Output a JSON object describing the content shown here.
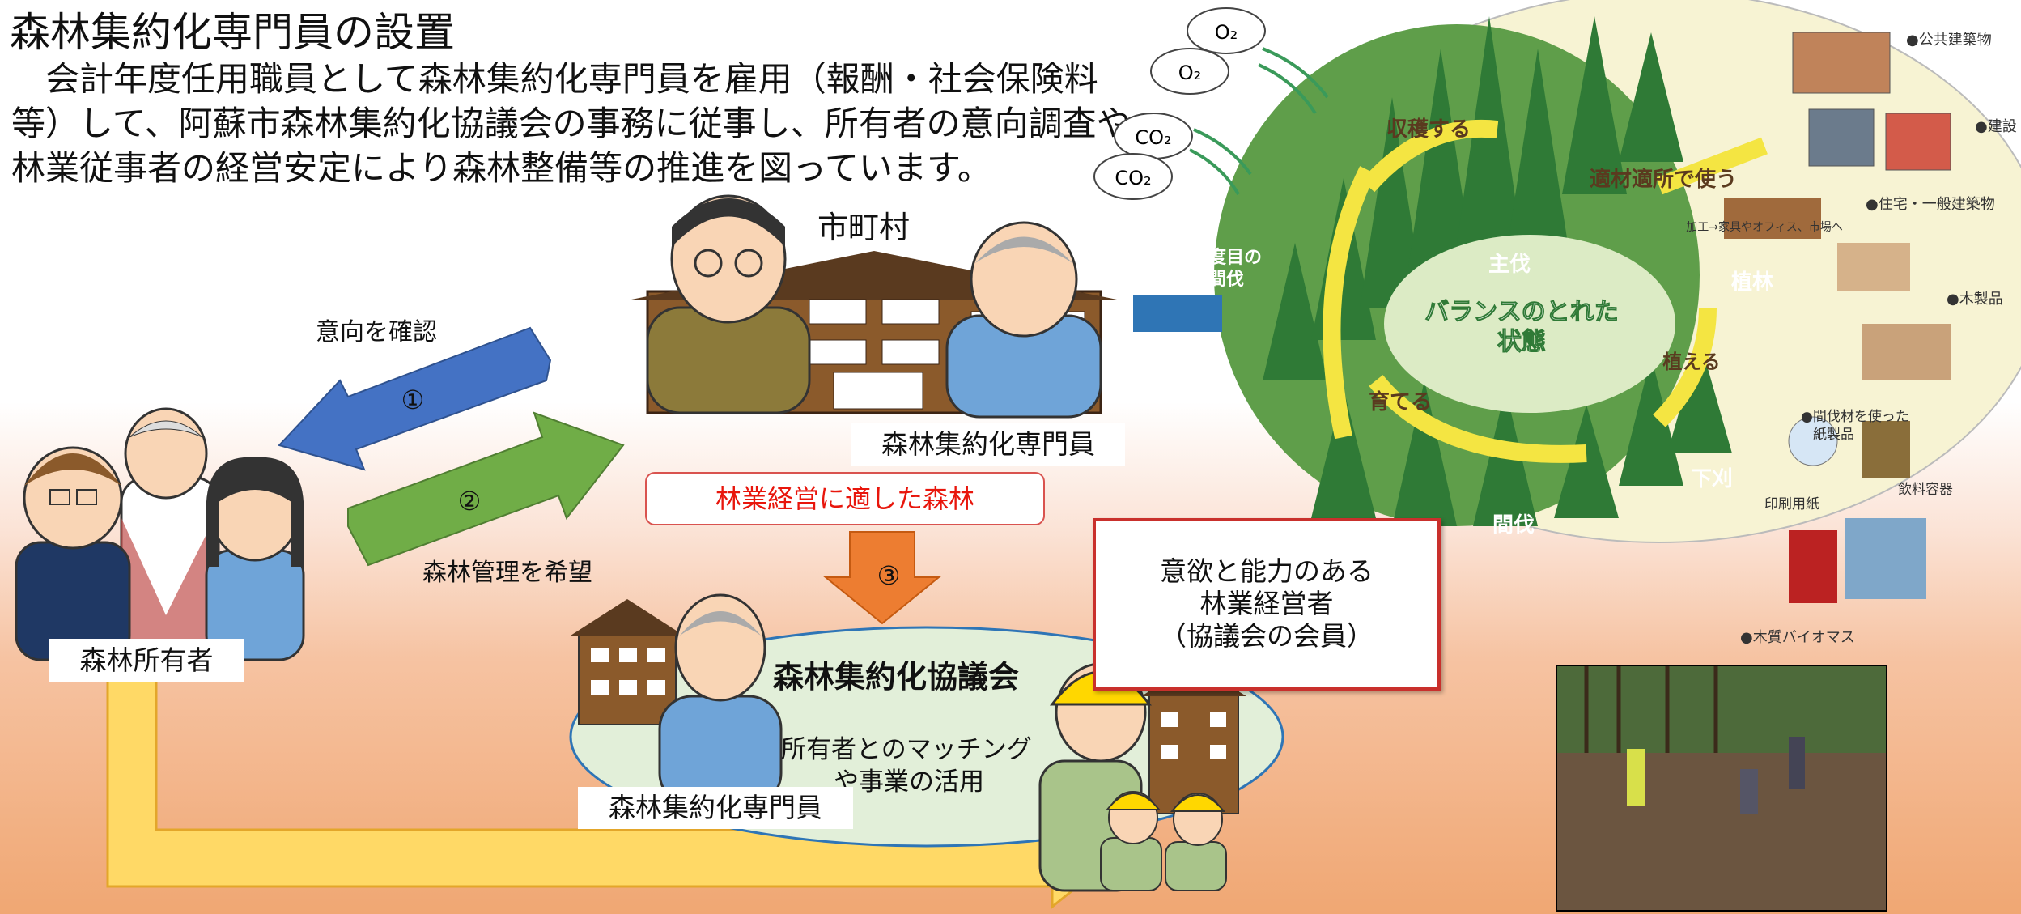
{
  "title": "森林集約化専門員の設置",
  "body": "　会計年度任用職員として森林集約化専門員を雇用（報酬・社会保険料等）して、阿蘇市森林集約化協議会の事務に従事し、所有者の意向調査や林業従事者の経営安定により森林整備等の推進を図っています。",
  "municipality": "市町村",
  "arrow1": {
    "label": "意向を確認",
    "num": "①"
  },
  "arrow2": {
    "label": "森林管理を希望",
    "num": "②"
  },
  "arrow3": {
    "num": "③"
  },
  "specialist_top": "森林集約化専門員",
  "suitable_forest": "林業経営に適した森林",
  "owner_label": "森林所有者",
  "council": {
    "title": "森林集約化協議会",
    "desc1": "所有者とのマッチング",
    "desc2": "や事業の活用"
  },
  "specialist_bottom": "森林集約化専門員",
  "manager": {
    "line1": "意欲と能力のある",
    "line2": "林業経営者",
    "line3": "（協議会の会員）"
  },
  "cycle": {
    "o2": "O₂",
    "co2": "CO₂",
    "harvest": "収穫する",
    "right_place": "適材適所で使う",
    "second_thin": "二度目の\n間伐",
    "main_cut": "主伐",
    "plant": "植林",
    "balanced": "バランスのとれた\n状態",
    "grow": "育てる",
    "replant": "植える",
    "thin": "間伐",
    "under": "下刈",
    "process": "加工→家具やオフィス、市場へ",
    "uses": [
      "●公共建築物",
      "●建設",
      "●住宅・一般建築物",
      "●木製品",
      "●間伐材を使った\n紙製品",
      "印刷用紙",
      "飲料容器",
      "●木質バイオマス"
    ]
  },
  "colors": {
    "blue_arrow": "#4472c4",
    "green_arrow": "#70ad47",
    "orange_arrow": "#ed7d31",
    "yellow_arrow": "#ffd966",
    "red_text": "#e8160c"
  }
}
